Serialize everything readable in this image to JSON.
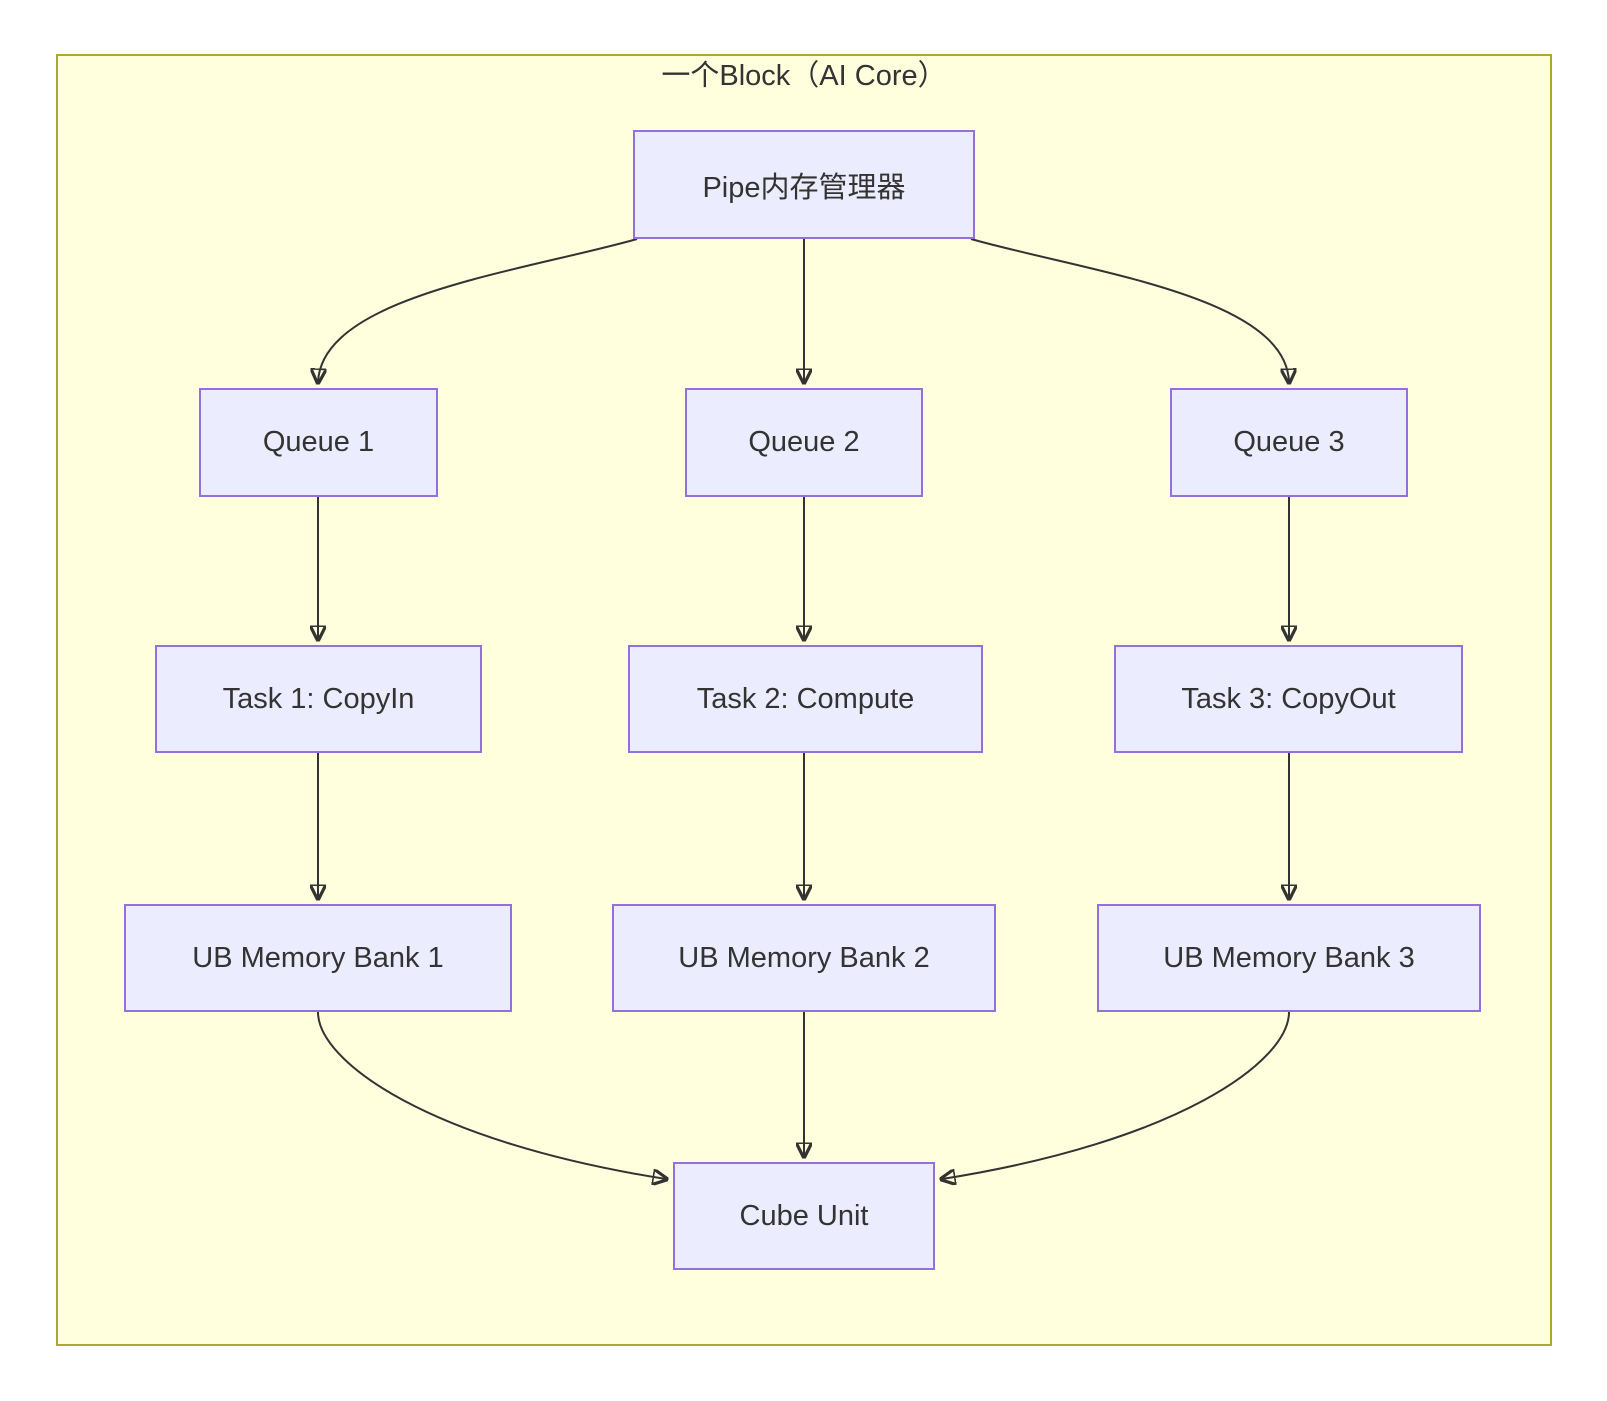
{
  "diagram": {
    "type": "flowchart-top-down",
    "title": "一个Block（AI Core）",
    "colors": {
      "page_bg": "#ffffff",
      "cluster_fill": "#ffffde",
      "cluster_border": "#aaaa33",
      "node_fill": "#ececff",
      "node_border": "#9370db",
      "edge": "#333333",
      "text": "#333333"
    },
    "nodes": [
      {
        "id": "pipe",
        "label": "Pipe内存管理器"
      },
      {
        "id": "queue1",
        "label": "Queue 1"
      },
      {
        "id": "queue2",
        "label": "Queue 2"
      },
      {
        "id": "queue3",
        "label": "Queue 3"
      },
      {
        "id": "task1",
        "label": "Task 1: CopyIn"
      },
      {
        "id": "task2",
        "label": "Task 2: Compute"
      },
      {
        "id": "task3",
        "label": "Task 3: CopyOut"
      },
      {
        "id": "ub1",
        "label": "UB Memory Bank 1"
      },
      {
        "id": "ub2",
        "label": "UB Memory Bank 2"
      },
      {
        "id": "ub3",
        "label": "UB Memory Bank 3"
      },
      {
        "id": "cube",
        "label": "Cube Unit"
      }
    ],
    "edges": [
      {
        "from": "pipe",
        "to": "queue1"
      },
      {
        "from": "pipe",
        "to": "queue2"
      },
      {
        "from": "pipe",
        "to": "queue3"
      },
      {
        "from": "queue1",
        "to": "task1"
      },
      {
        "from": "queue2",
        "to": "task2"
      },
      {
        "from": "queue3",
        "to": "task3"
      },
      {
        "from": "task1",
        "to": "ub1"
      },
      {
        "from": "task2",
        "to": "ub2"
      },
      {
        "from": "task3",
        "to": "ub3"
      },
      {
        "from": "ub1",
        "to": "cube"
      },
      {
        "from": "ub2",
        "to": "cube"
      },
      {
        "from": "ub3",
        "to": "cube"
      }
    ]
  }
}
